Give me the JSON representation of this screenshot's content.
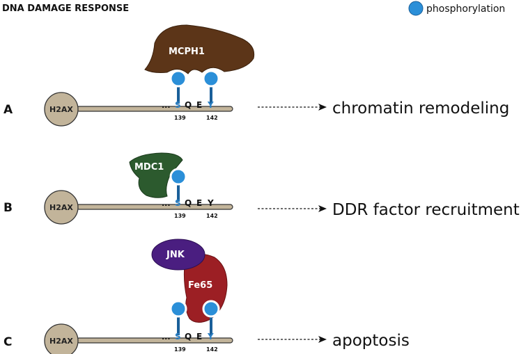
{
  "title": "DNA DAMAGE RESPONSE",
  "legend": {
    "label": "phosphorylation",
    "color": "#2b8fd8",
    "icon": "blue-circle"
  },
  "colors": {
    "histone": "#c2b49a",
    "tail": "#c2b49a",
    "phospho": "#2b8fd8",
    "residue_phos": "#2a7fc4",
    "MCPH1": "#5c3518",
    "MDC1": "#2c5a2e",
    "JNK": "#4a1e80",
    "Fe65": "#9c1f24"
  },
  "panels": [
    {
      "label": "A",
      "histone": "H2AX",
      "dots": "...",
      "residues": [
        "S",
        "Q",
        "E",
        "Y"
      ],
      "phosphorylated": [
        "S",
        "Y"
      ],
      "positions": {
        "S": "139",
        "Y": "142"
      },
      "proteins": [
        "MCPH1"
      ],
      "outcome": "chromatin remodeling"
    },
    {
      "label": "B",
      "histone": "H2AX",
      "dots": "...",
      "residues": [
        "S",
        "Q",
        "E",
        "Y"
      ],
      "phosphorylated": [
        "S"
      ],
      "positions": {
        "S": "139",
        "Y": "142"
      },
      "proteins": [
        "MDC1"
      ],
      "outcome": "DDR factor recruitment"
    },
    {
      "label": "C",
      "histone": "H2AX",
      "dots": "...",
      "residues": [
        "S",
        "Q",
        "E",
        "Y"
      ],
      "phosphorylated": [
        "S",
        "Y"
      ],
      "positions": {
        "S": "139",
        "Y": "142"
      },
      "proteins": [
        "JNK",
        "Fe65"
      ],
      "outcome": "apoptosis"
    }
  ]
}
